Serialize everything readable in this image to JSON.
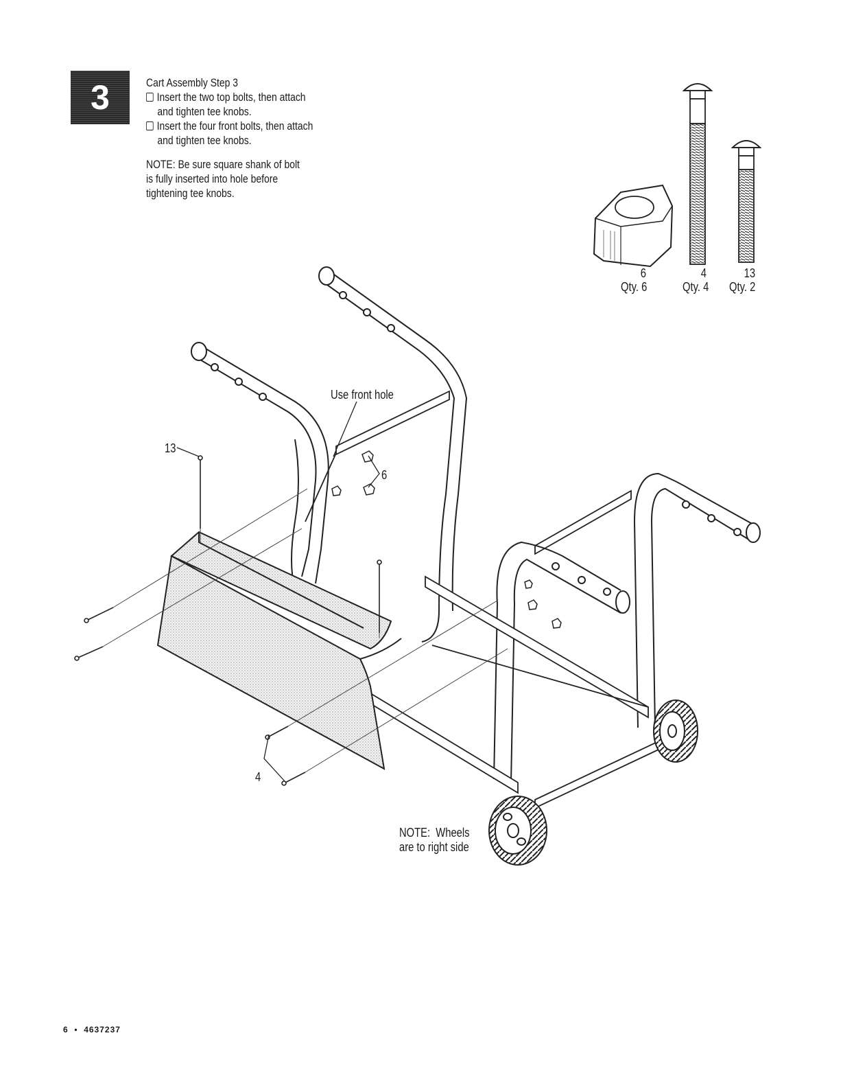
{
  "step": {
    "number": "3",
    "title": "Cart Assembly Step 3",
    "items": [
      {
        "line1": "Insert the two top bolts, then attach",
        "line2": "and tighten tee knobs."
      },
      {
        "line1": "Insert the four front bolts, then attach",
        "line2": "and tighten tee knobs."
      }
    ],
    "note_lines": [
      "NOTE: Be sure square shank of bolt",
      "is fully inserted into hole before",
      "tightening tee knobs."
    ]
  },
  "parts": [
    {
      "number": "6",
      "qty": "Qty. 6",
      "icon": "tee-knob-icon"
    },
    {
      "number": "4",
      "qty": "Qty. 4",
      "icon": "long-carriage-bolt-icon"
    },
    {
      "number": "13",
      "qty": "Qty. 2",
      "icon": "short-carriage-bolt-icon"
    }
  ],
  "callouts": {
    "use_front_hole": "Use front hole",
    "part_13": "13",
    "part_6": "6",
    "part_4": "4",
    "wheels_note_line1": "NOTE:  Wheels",
    "wheels_note_line2": "are to right side"
  },
  "footer": "6  •  4637237"
}
